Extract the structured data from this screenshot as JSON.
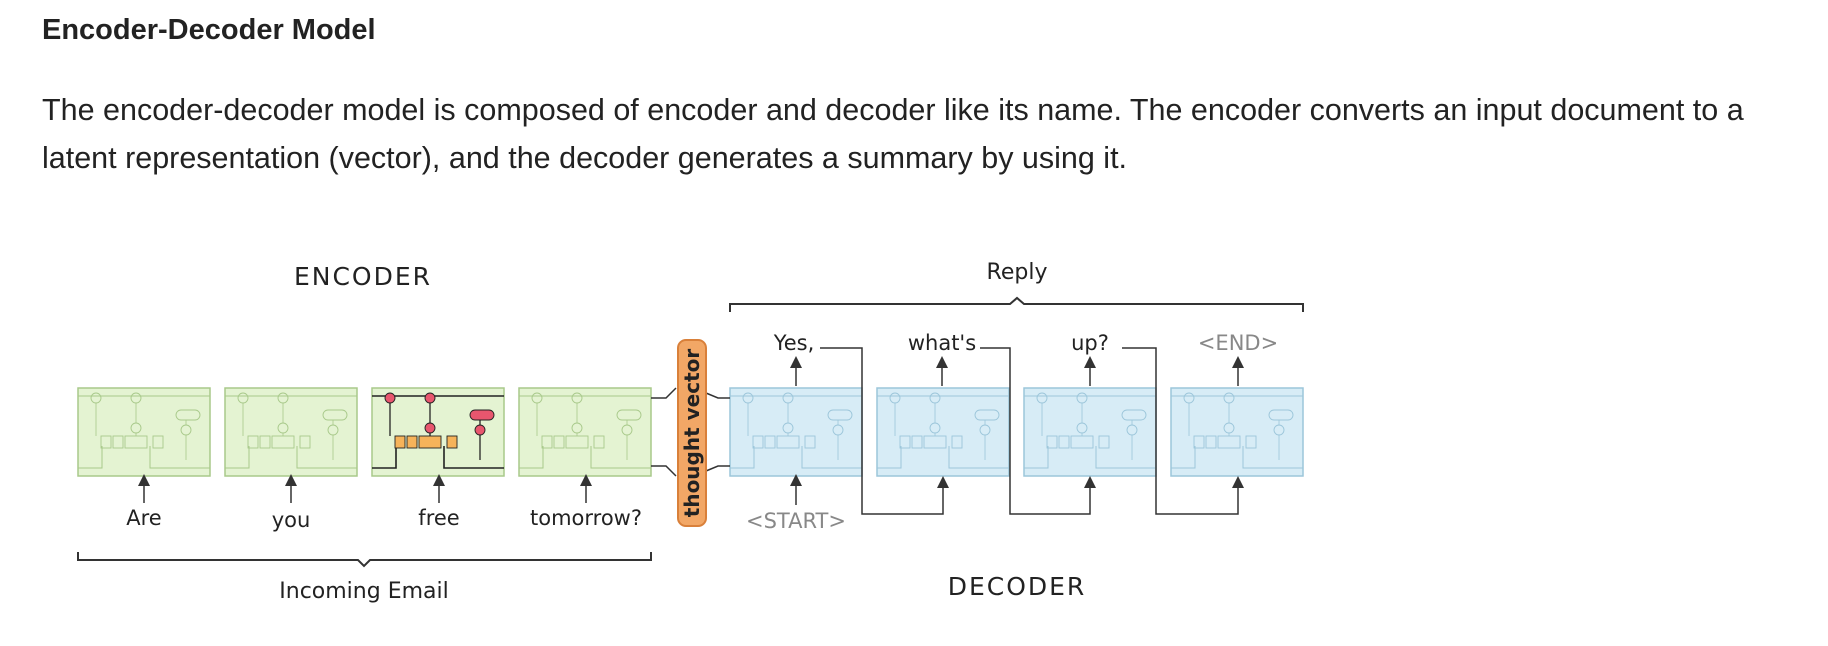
{
  "heading": "Encoder-Decoder Model",
  "paragraph": "The encoder-decoder model is composed of encoder and decoder like its name. The encoder converts an input document to a latent representation (vector), and the decoder generates a summary by using it.",
  "diagram": {
    "encoder_title": "ENCODER",
    "decoder_title": "DECODER",
    "reply_label": "Reply",
    "incoming_label": "Incoming Email",
    "thought_vector": "thought vector",
    "encoder_inputs": [
      "Are",
      "you",
      "free",
      "tomorrow?"
    ],
    "decoder_outputs": [
      "Yes,",
      "what's",
      "up?",
      "<END>"
    ],
    "decoder_start": "<START>",
    "colors": {
      "encoder_fill": "#e4f3d2",
      "encoder_stroke": "#a8c98a",
      "decoder_fill": "#d7ecf6",
      "decoder_stroke": "#9cc6da",
      "vector_fill": "#f2a766",
      "vector_stroke": "#d9803a",
      "gate_fill": "#f6b35a",
      "op_fill": "#e8566e"
    }
  }
}
